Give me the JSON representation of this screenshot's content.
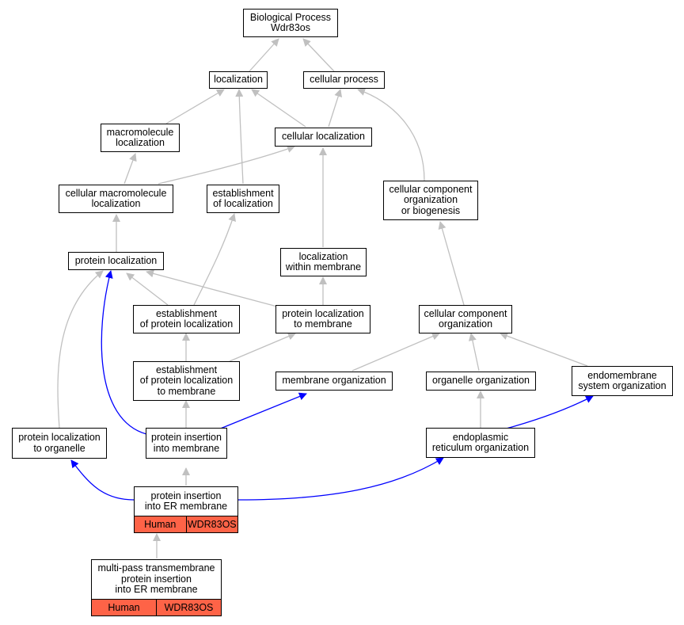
{
  "colors": {
    "gray_edge": "#c0c0c0",
    "blue_edge": "#0000ff",
    "annotation_fill": "#fe6347"
  },
  "nodes": {
    "root": {
      "label": "Biological Process\nWdr83os"
    },
    "localization": {
      "label": "localization"
    },
    "cellular_process": {
      "label": "cellular process"
    },
    "macromolecule_localization": {
      "label": "macromolecule\nlocalization"
    },
    "cellular_localization": {
      "label": "cellular localization"
    },
    "cellular_macromolecule_localization": {
      "label": "cellular macromolecule\nlocalization"
    },
    "establishment_of_localization": {
      "label": "establishment\nof localization"
    },
    "ccob": {
      "label": "cellular component\norganization\nor biogenesis"
    },
    "protein_localization": {
      "label": "protein localization"
    },
    "localization_within_membrane": {
      "label": "localization\nwithin membrane"
    },
    "establishment_of_protein_localization": {
      "label": "establishment\nof protein localization"
    },
    "protein_localization_to_membrane": {
      "label": "protein localization\nto membrane"
    },
    "cellular_component_organization": {
      "label": "cellular component\norganization"
    },
    "eplm": {
      "label": "establishment\nof protein localization\nto membrane"
    },
    "membrane_organization": {
      "label": "membrane organization"
    },
    "organelle_organization": {
      "label": "organelle organization"
    },
    "endomembrane_system_organization": {
      "label": "endomembrane\nsystem organization"
    },
    "protein_localization_to_organelle": {
      "label": "protein localization\nto organelle"
    },
    "protein_insertion_into_membrane": {
      "label": "protein insertion\ninto membrane"
    },
    "er_organization": {
      "label": "endoplasmic\nreticulum organization"
    },
    "protein_insertion_er": {
      "label": "protein insertion\ninto ER membrane",
      "species": "Human",
      "gene": "WDR83OS"
    },
    "multipass": {
      "label": "multi-pass transmembrane\nprotein insertion\ninto ER membrane",
      "species": "Human",
      "gene": "WDR83OS"
    }
  }
}
